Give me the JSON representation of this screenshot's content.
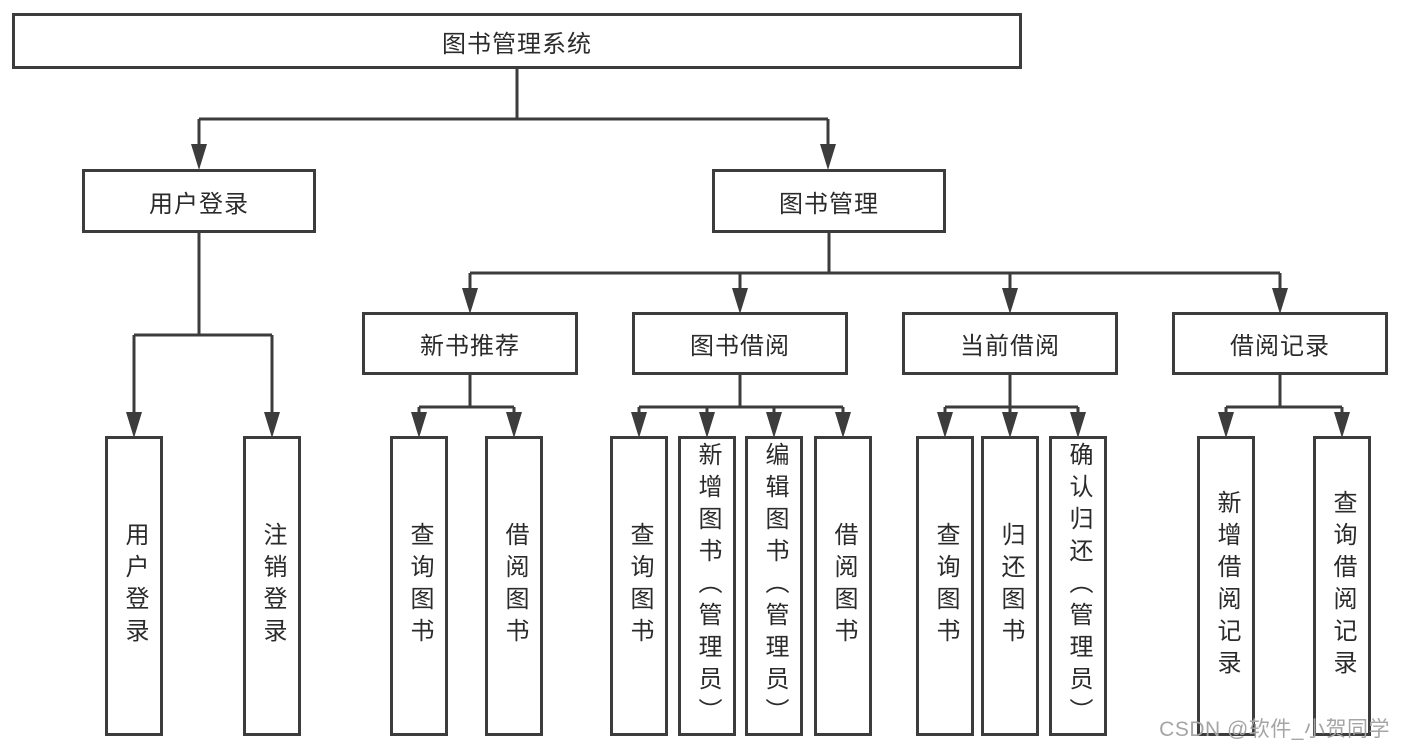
{
  "colors": {
    "background": "#ffffff",
    "line": "#3c3c3c",
    "box_border": "#3c3c3c",
    "text": "#2b2b2b",
    "watermark": "#a5a5a5"
  },
  "watermark": {
    "text": "CSDN @软件_小贺同学"
  },
  "tree": {
    "label": "图书管理系统",
    "children": [
      {
        "label": "用户登录",
        "children": [
          {
            "label": "用户登录"
          },
          {
            "label": "注销登录"
          }
        ]
      },
      {
        "label": "图书管理",
        "children": [
          {
            "label": "新书推荐",
            "children": [
              {
                "label": "查询图书"
              },
              {
                "label": "借阅图书"
              }
            ]
          },
          {
            "label": "图书借阅",
            "children": [
              {
                "label": "查询图书"
              },
              {
                "label": "新增图书（管理员）"
              },
              {
                "label": "编辑图书（管理员）"
              },
              {
                "label": "借阅图书"
              }
            ]
          },
          {
            "label": "当前借阅",
            "children": [
              {
                "label": "查询图书"
              },
              {
                "label": "归还图书"
              },
              {
                "label": "确认归还（管理员）"
              }
            ]
          },
          {
            "label": "借阅记录",
            "children": [
              {
                "label": "新增借阅记录"
              },
              {
                "label": "查询借阅记录"
              }
            ]
          }
        ]
      }
    ]
  }
}
